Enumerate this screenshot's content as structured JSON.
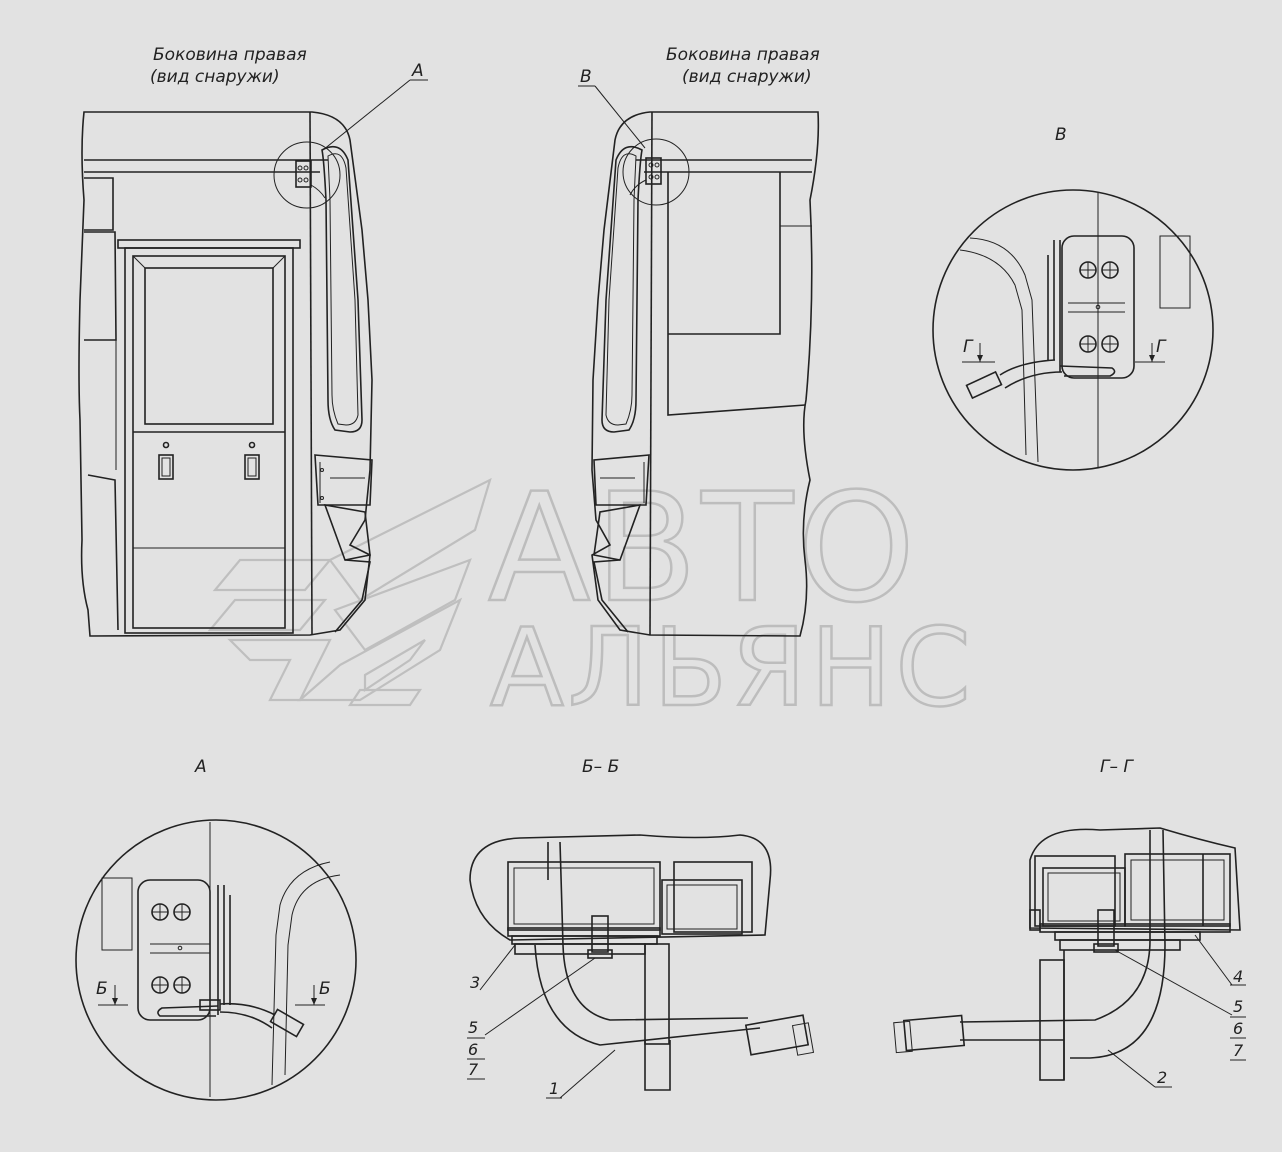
{
  "views": {
    "left_caption_line1": "Боковина правая",
    "left_caption_line2": "(вид снаружи)",
    "right_caption_line1": "Боковина правая",
    "right_caption_line2": "(вид снаружи)",
    "callout_a": "А",
    "callout_v": "В"
  },
  "detail_titles": {
    "v": "В",
    "a": "А",
    "bb": "Б– Б",
    "gg": "Г– Г"
  },
  "section_marks": {
    "g_left": "Г",
    "g_right": "Г",
    "b_left": "Б",
    "b_right": "Б"
  },
  "positions_bb": {
    "p3": "3",
    "p5": "5",
    "p6": "6",
    "p7": "7",
    "p1": "1"
  },
  "positions_gg": {
    "p4": "4",
    "p5": "5",
    "p6": "6",
    "p7": "7",
    "p2": "2"
  },
  "watermark": {
    "line1": "АВТО",
    "line2": "АЛЬЯНС"
  }
}
